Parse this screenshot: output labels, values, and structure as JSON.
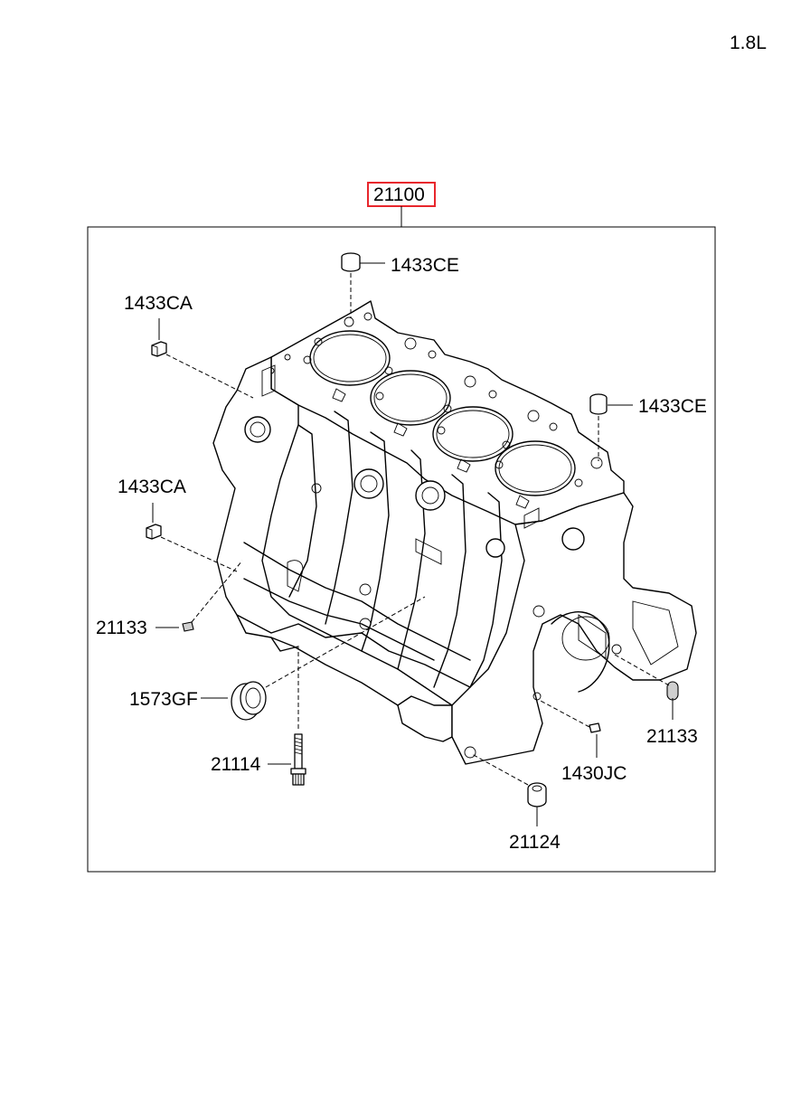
{
  "variant": "1.8L",
  "assembly": {
    "part_no": "21100",
    "highlight_color": "#e8262c"
  },
  "callouts": {
    "cap_top": "1433CE",
    "cap_right": "1433CE",
    "cap_left_upper": "1433CA",
    "cap_left_lower": "1433CA",
    "dowel_left": "21133",
    "oil_seal": "1573GF",
    "bolt": "21114",
    "dowel_right": "21133",
    "pin": "1430JC",
    "bushing": "21124"
  }
}
